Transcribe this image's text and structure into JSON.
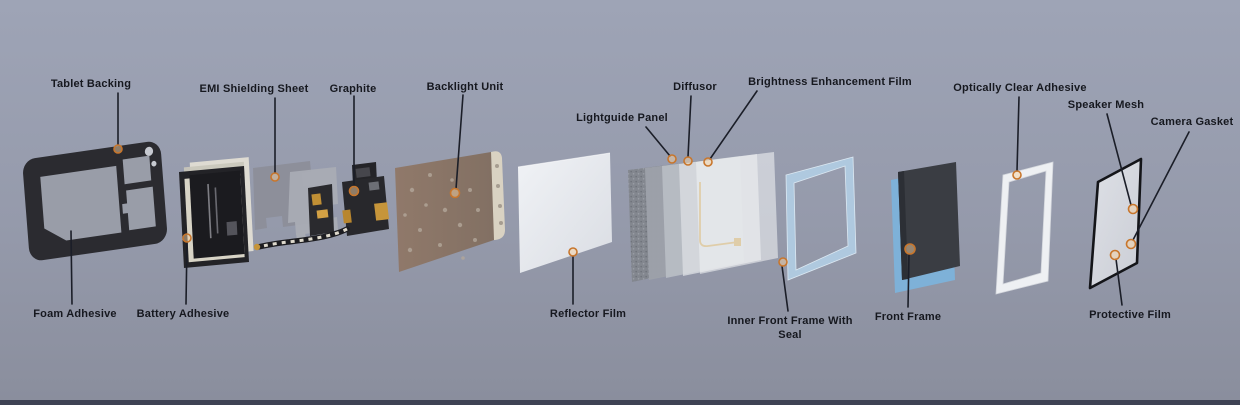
{
  "colors": {
    "background_top": "#9ea4b6",
    "background_bottom": "#8a8e9d",
    "bottom_bar": "#3e4254",
    "label_text": "#16181f",
    "leader_line": "#1b1e28",
    "marker_ring": "#c8762c",
    "marker_fill": "#f5d0a0",
    "front_frame_blue": "#7eb1d8",
    "inner_frame_blue": "#afc9df",
    "backlight_brown": "#8b7467"
  },
  "labels": {
    "tablet_backing": "Tablet Backing",
    "emi_shielding_sheet": "EMI Shielding Sheet",
    "graphite": "Graphite",
    "backlight_unit": "Backlight Unit",
    "lightguide_panel": "Lightguide Panel",
    "diffusor": "Diffusor",
    "brightness_enhancement_film": "Brightness Enhancement Film",
    "optically_clear_adhesive": "Optically Clear Adhesive",
    "speaker_mesh": "Speaker Mesh",
    "camera_gasket": "Camera Gasket",
    "foam_adhesive": "Foam Adhesive",
    "battery_adhesive": "Battery Adhesive",
    "reflector_film": "Reflector Film",
    "inner_front_frame_with_seal": "Inner Front Frame With Seal",
    "front_frame": "Front Frame",
    "protective_film": "Protective Film"
  }
}
